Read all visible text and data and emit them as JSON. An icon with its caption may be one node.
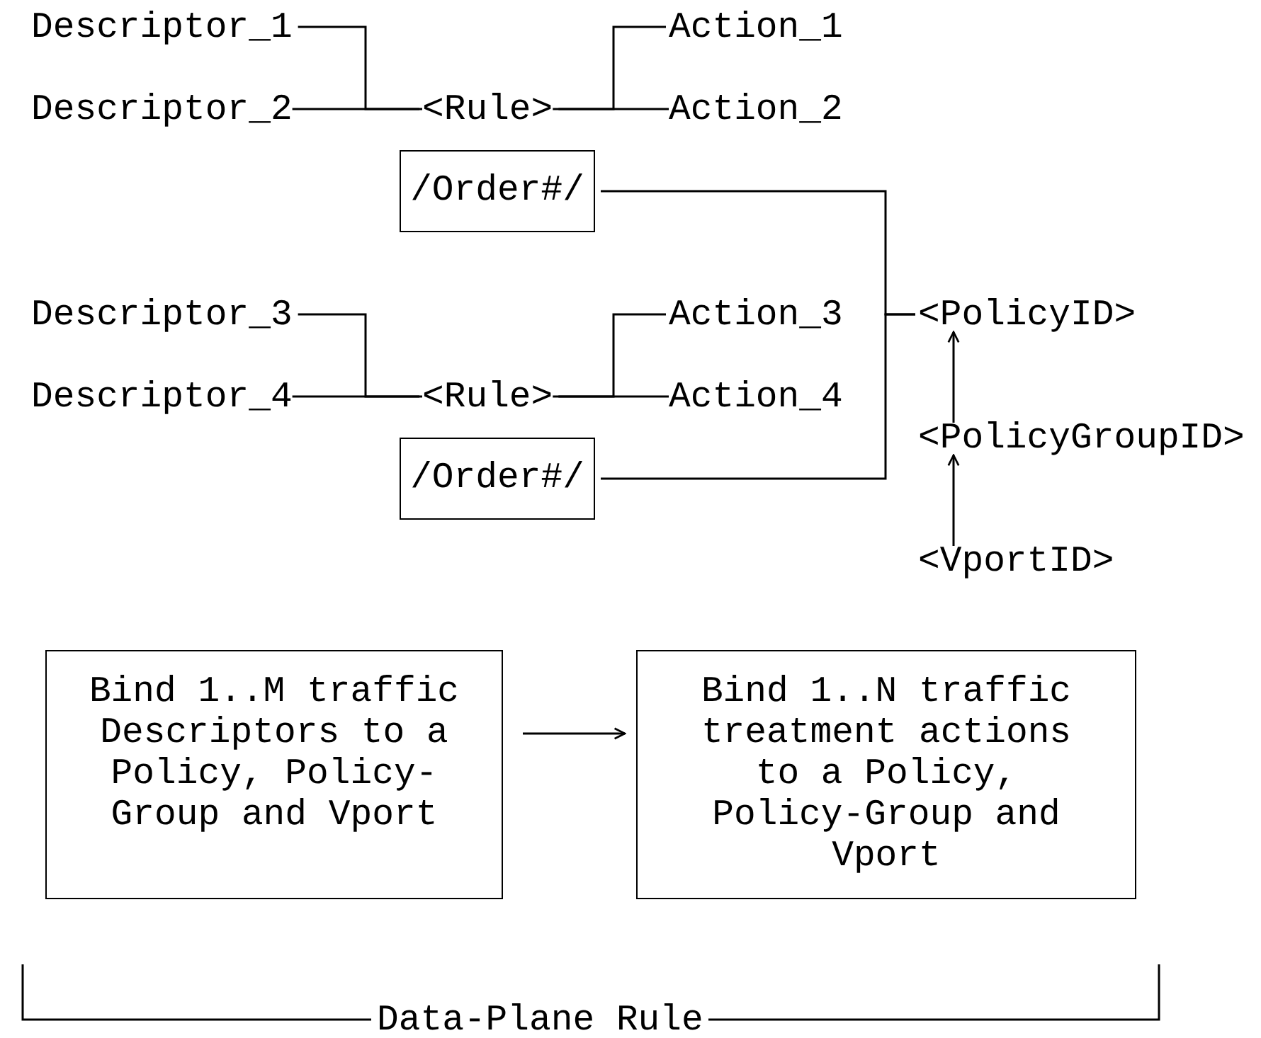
{
  "diagram": {
    "nodes": [
      {
        "text": [
          "Descriptor_1"
        ]
      },
      {
        "text": [
          "Descriptor_2"
        ]
      },
      {
        "text": [
          "<Rule>"
        ]
      },
      {
        "text": [
          "Action_1"
        ]
      },
      {
        "text": [
          "Action_2"
        ]
      },
      {
        "text": [
          "/Order#/"
        ]
      },
      {
        "text": [
          "Descriptor_3"
        ]
      },
      {
        "text": [
          "Descriptor_4"
        ]
      },
      {
        "text": [
          "<Rule>"
        ]
      },
      {
        "text": [
          "Action_3"
        ]
      },
      {
        "text": [
          "Action_4"
        ]
      },
      {
        "text": [
          "/Order#/"
        ]
      },
      {
        "text": [
          "<PolicyID>"
        ]
      },
      {
        "text": [
          "<PolicyGroupID>"
        ]
      },
      {
        "text": [
          "<VportID>"
        ]
      },
      {
        "text": [
          "Bind 1..M traffic Descriptors to a Policy, Policy-Group and Vport"
        ]
      },
      {
        "text": [
          "Bind 1..N traffic treatment actions to a Policy, Policy-Group and Vport"
        ]
      }
    ],
    "edges": [
      {
        "from": 0,
        "to": 2,
        "arrow": "none"
      },
      {
        "from": 1,
        "to": 2,
        "arrow": "none"
      },
      {
        "from": 2,
        "to": 3,
        "arrow": "none"
      },
      {
        "from": 2,
        "to": 4,
        "arrow": "none"
      },
      {
        "from": 6,
        "to": 8,
        "arrow": "none"
      },
      {
        "from": 7,
        "to": 8,
        "arrow": "none"
      },
      {
        "from": 8,
        "to": 9,
        "arrow": "none"
      },
      {
        "from": 8,
        "to": 10,
        "arrow": "none"
      },
      {
        "from": 5,
        "to": 12,
        "arrow": "none"
      },
      {
        "from": 11,
        "to": 12,
        "arrow": "none"
      },
      {
        "from": 13,
        "to": 12,
        "arrow": "to"
      },
      {
        "from": 14,
        "to": 13,
        "arrow": "to"
      },
      {
        "from": 15,
        "to": 16,
        "arrow": "to"
      }
    ],
    "labels": [
      "Data-Plane Rule"
    ]
  }
}
